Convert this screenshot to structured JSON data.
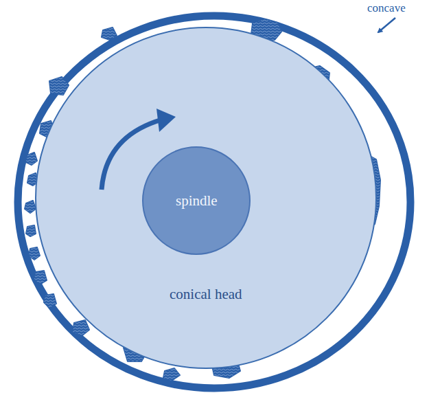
{
  "diagram": {
    "nodes": [
      {
        "text": [
          "conical head"
        ]
      },
      {
        "text": [
          "spindle"
        ],
        "in": 0
      }
    ],
    "labels": [
      "concave"
    ]
  }
}
